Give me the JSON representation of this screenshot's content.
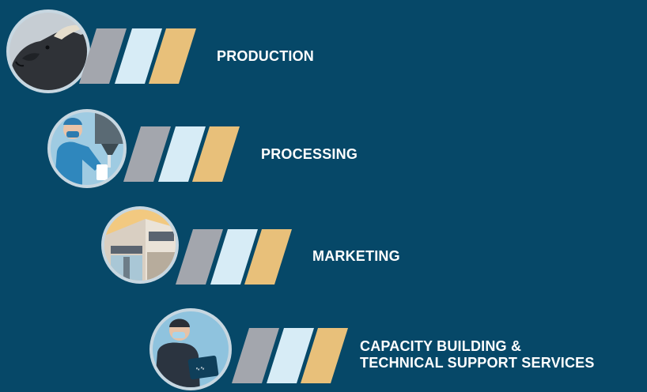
{
  "steps": [
    {
      "label": "PRODUCTION",
      "icon": "cattle-icon"
    },
    {
      "label": "PROCESSING",
      "icon": "meat-processing-worker-icon"
    },
    {
      "label": "MARKETING",
      "icon": "storefront-icon"
    },
    {
      "label_lines": [
        "CAPACITY BUILDING &",
        "TECHNICAL SUPPORT SERVICES"
      ],
      "icon": "support-person-tablet-icon"
    }
  ],
  "colors": {
    "background": "#064868",
    "stripe_gray": "#a3a6ad",
    "stripe_light_blue": "#d7ecf6",
    "stripe_gold": "#e8c07a",
    "circle_ring": "#c7d7e1"
  }
}
